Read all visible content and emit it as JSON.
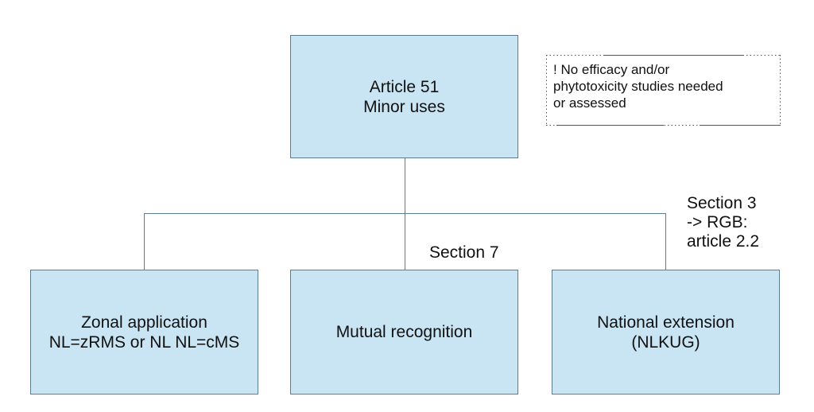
{
  "top_box": {
    "line1": "Article 51",
    "line2": "Minor uses"
  },
  "note": {
    "line1": "! No efficacy and/or",
    "line2": "phytotoxicity studies needed",
    "line3": "or assessed"
  },
  "boxes": [
    {
      "line1": "Zonal application",
      "line2": "NL=zRMS or NL NL=cMS"
    },
    {
      "line1": "Mutual recognition"
    },
    {
      "line1": "National extension",
      "line2": "(NLKUG)"
    }
  ],
  "labels": {
    "section7": "Section 7",
    "section3": {
      "line1": "Section 3",
      "line2": "-> RGB:",
      "line3": "article 2.2"
    }
  },
  "colors": {
    "box_fill": "#c9e4f2",
    "box_border": "#5a7d93",
    "connector": "#5a7d93"
  }
}
